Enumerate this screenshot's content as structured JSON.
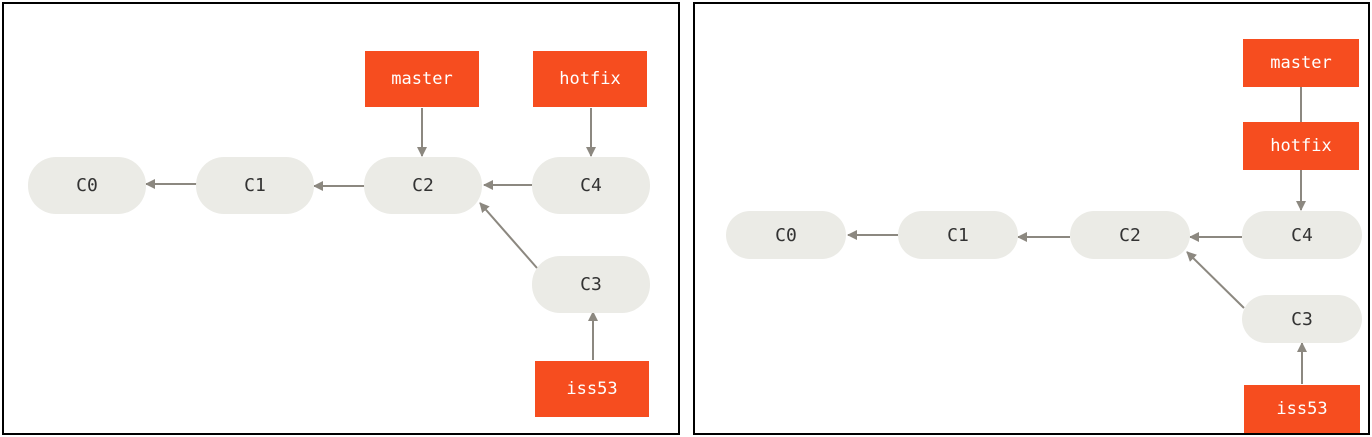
{
  "colors": {
    "commit_fill": "#ebebe6",
    "label_fill": "#f64d1f",
    "arrow": "#8c8880",
    "text_dark": "#333333",
    "text_light": "#ffffff"
  },
  "panels": [
    {
      "commits": [
        "C0",
        "C1",
        "C2",
        "C4",
        "C3"
      ],
      "branches": [
        "master",
        "hotfix",
        "iss53"
      ]
    },
    {
      "commits": [
        "C0",
        "C1",
        "C2",
        "C4",
        "C3"
      ],
      "branches": [
        "master",
        "hotfix",
        "iss53"
      ]
    }
  ]
}
